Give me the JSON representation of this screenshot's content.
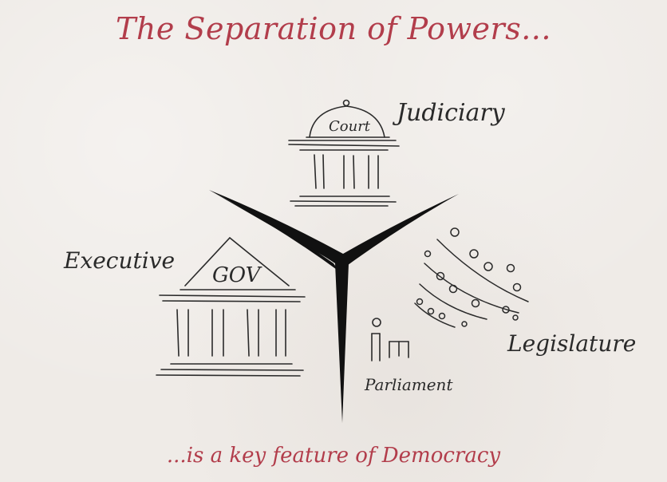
{
  "title": "The Separation of Powers...",
  "footer": "...is a key feature of Democracy",
  "branches": {
    "judiciary": {
      "label": "Judiciary",
      "building_text": "Court"
    },
    "executive": {
      "label": "Executive",
      "building_text": "GOV"
    },
    "legislature": {
      "label": "Legislature",
      "chamber_label": "Parliament"
    }
  },
  "colors": {
    "title": "#b23d4b",
    "ink": "#2a2a2a",
    "paper": "#efebe7"
  },
  "icons": [
    "court-building-icon",
    "gov-building-icon",
    "parliament-seats-icon",
    "speaker-figure-icon",
    "y-divider-icon"
  ]
}
